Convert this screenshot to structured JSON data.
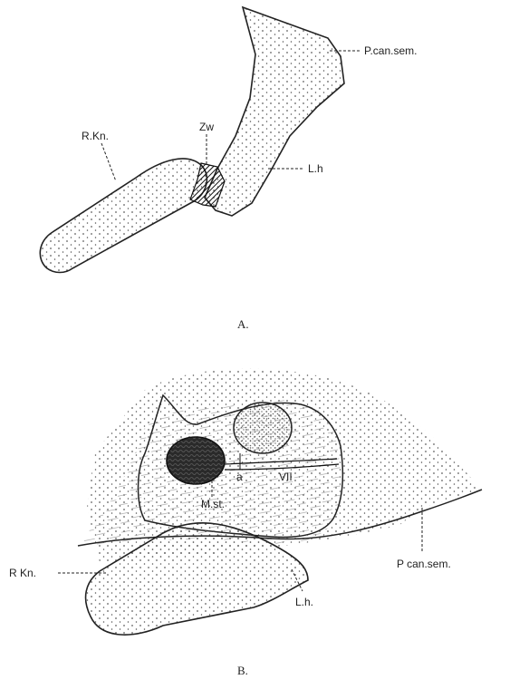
{
  "figure_a": {
    "caption": "A.",
    "labels": {
      "p_can_sem": "P.can.sem.",
      "zw": "Zw",
      "r_kn": "R.Kn.",
      "l_h": "L.h"
    }
  },
  "figure_b": {
    "caption": "B.",
    "labels": {
      "vii": "VII",
      "a": "a",
      "m_st": "M.st.",
      "p_can_sem": "P can.sem.",
      "r_kn": "R Kn.",
      "l_h": "L.h."
    }
  },
  "colors": {
    "ink": "#222222",
    "stipple": "#555555",
    "background": "#ffffff"
  }
}
